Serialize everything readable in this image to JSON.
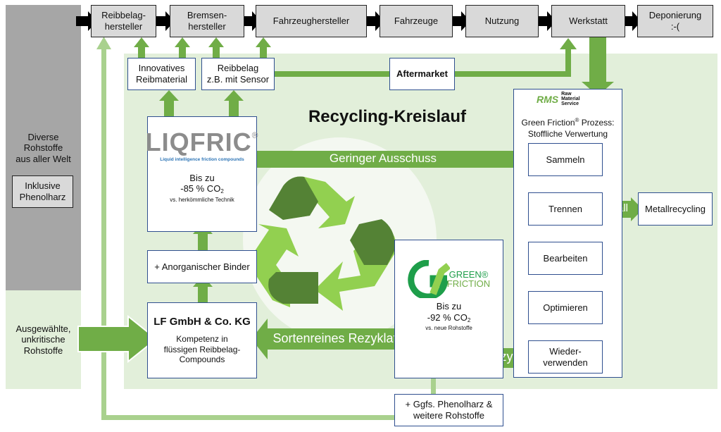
{
  "colors": {
    "grey_panel": "#a6a6a6",
    "light_green_panel": "#e2efda",
    "arrow_green": "#70ad47",
    "pale_green_line": "#a9d18e",
    "bright_green": "#92d050",
    "dark_green": "#548235",
    "box_border": "#2f4f8f",
    "liqfric_grey": "#8c8c8c",
    "liqfric_blue": "#2e75b6"
  },
  "left_panel": {
    "top_text": [
      "Diverse",
      "Rohstoffe",
      "aus aller Welt"
    ],
    "inner_box": [
      "Inklusive",
      "Phenolharz"
    ],
    "bottom_text": [
      "Ausgewählte,",
      "unkritische",
      "Rohstoffe"
    ]
  },
  "value_chain": [
    {
      "label": [
        "Reibbelag-",
        "hersteller"
      ]
    },
    {
      "label": [
        "Bremsen-",
        "hersteller"
      ]
    },
    {
      "label": [
        "Fahrzeughersteller"
      ]
    },
    {
      "label": [
        "Fahrzeuge"
      ]
    },
    {
      "label": [
        "Nutzung"
      ]
    },
    {
      "label": [
        "Werkstatt"
      ]
    },
    {
      "label": [
        "Deponierung",
        ":-("
      ]
    }
  ],
  "products": {
    "innovative": [
      "Innovatives",
      "Reibmaterial"
    ],
    "sensor": [
      "Reibbelag",
      "z.B. mit Sensor"
    ],
    "aftermarket": "Aftermarket"
  },
  "title": "Recycling-Kreislauf",
  "liqfric": {
    "logo": "LIQFRIC",
    "reg": "®",
    "tagline": "Liquid intelligence friction compounds",
    "line1": "Bis zu",
    "line2_prefix": "-85 % CO",
    "line2_sub": "2",
    "line3": "vs. herkömmliche Technik"
  },
  "binder": "+ Anorganischer Binder",
  "lf": {
    "name": "LF GmbH & Co. KG",
    "desc": [
      "Kompetenz in",
      "flüssigen Reibbelag-",
      "Compounds"
    ]
  },
  "arrows": {
    "geringer": "Geringer Ausschuss",
    "sortenrein": "Sortenreines Rezyklat",
    "rezyklat": "Rezyklat",
    "metall": "Metall"
  },
  "green_friction": {
    "logo_top": "GREEN®",
    "logo_bottom": "FRICTION",
    "line1": "Bis zu",
    "line2_prefix": "-92 % CO",
    "line2_sub": "2",
    "line3": "vs. neue Rohstoffe"
  },
  "phenolharz_box": [
    "+ Ggfs. Phenolharz &",
    "weitere Rohstoffe"
  ],
  "rms": {
    "logo": "RMS",
    "logo_text": [
      "Raw",
      "Material",
      "Service"
    ],
    "title_prefix": "Green Friction",
    "title_reg": "®",
    "title_suffix": " Prozess:",
    "subtitle": "Stoffliche Verwertung",
    "steps": [
      "Sammeln",
      "Trennen",
      "Bearbeiten",
      "Optimieren",
      "Wieder-|verwenden"
    ]
  },
  "metallrecycling": "Metallrecycling"
}
